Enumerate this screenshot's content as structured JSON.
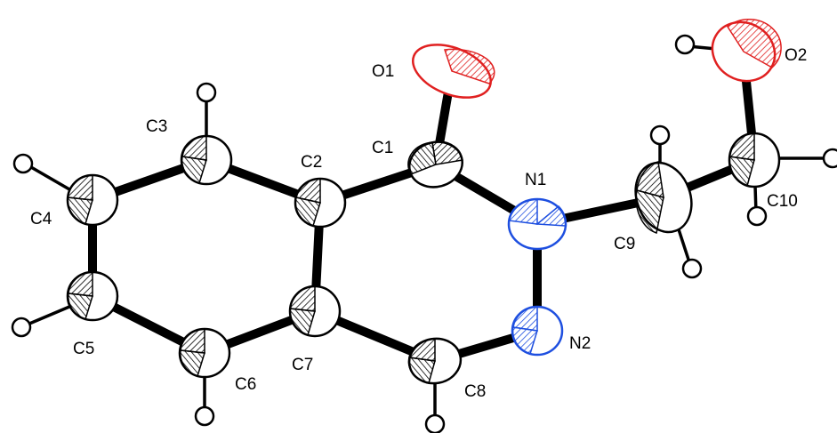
{
  "colors": {
    "carbon": "#000000",
    "oxygen": "#e02020",
    "nitrogen": "#1e4fe0",
    "background": "#ffffff"
  },
  "labels": {
    "O1": "O1",
    "O2": "O2",
    "N1": "N1",
    "N2": "N2",
    "C1": "C1",
    "C2": "C2",
    "C3": "C3",
    "C4": "C4",
    "C5": "C5",
    "C6": "C6",
    "C7": "C7",
    "C8": "C8",
    "C9": "C9",
    "C10": "C10"
  }
}
